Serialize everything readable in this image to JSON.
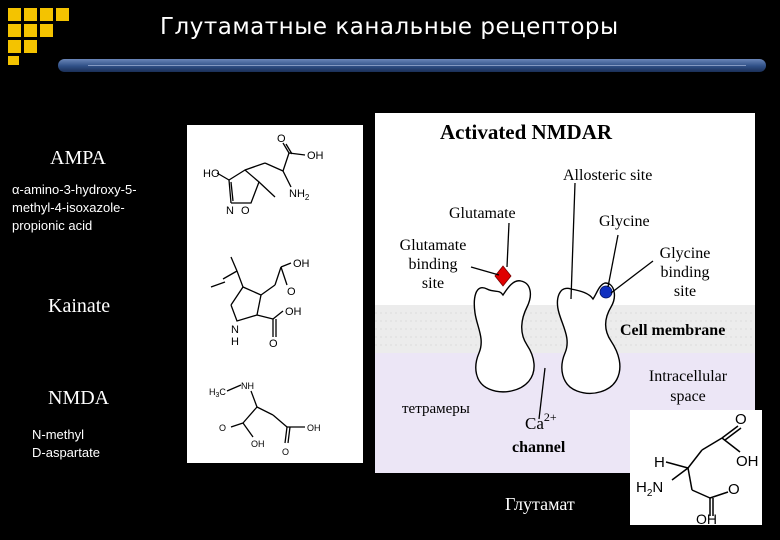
{
  "slide": {
    "title": "Глутаматные канальные рецепторы",
    "colors": {
      "background": "#000000",
      "accent": "#f4c300",
      "bar": "#3a5a90",
      "membrane_band": "#ececec",
      "intracellular": "#ece6f6",
      "glutamate_marker": "#e00000",
      "glycine_marker": "#1030c0"
    }
  },
  "compounds": {
    "ampa": {
      "name": "AMPA",
      "full_name_lines": [
        "α-amino-3-hydroxy-5-",
        "methyl-4-isoxazole-",
        "propionic acid"
      ]
    },
    "kainate": {
      "name": "Kainate"
    },
    "nmda": {
      "name": "NMDA",
      "full_name_lines": [
        "N-methyl",
        "D-aspartate"
      ]
    }
  },
  "structures": {
    "ampa": {
      "oh": "OH",
      "ho": "HO",
      "nh2": "NH",
      "nh2_sub": "2",
      "n": "N",
      "o": "O"
    },
    "kainate": {
      "oh1": "OH",
      "oh2": "OH",
      "n": "N",
      "h": "H",
      "o1": "O",
      "o2": "O"
    },
    "nmda": {
      "h3c": "H",
      "h3c_sub": "3",
      "h3c_c": "C",
      "nh": "NH",
      "o1": "O",
      "o2": "O",
      "oh1": "OH",
      "oh2": "OH"
    }
  },
  "nmdar_diagram": {
    "title": "Activated NMDAR",
    "allosteric": "Allosteric site",
    "glutamate": "Glutamate",
    "glycine": "Glycine",
    "glu_binding": [
      "Glutamate",
      "binding",
      "site"
    ],
    "gly_binding": [
      "Glycine",
      "binding",
      "site"
    ],
    "membrane": "Cell membrane",
    "intracellular": [
      "Intracellular",
      "space"
    ],
    "tetramers": "тетрамеры",
    "ca": "Ca",
    "ca_sup": "2+",
    "channel": "channel"
  },
  "glutamate_structure": {
    "h": "H",
    "h2n": "H",
    "h2n_sub": "2",
    "h2n_n": "N",
    "oh1": "OH",
    "oh2": "OH",
    "o1": "O",
    "o2": "O"
  },
  "glutamate_label": "Глутамат"
}
